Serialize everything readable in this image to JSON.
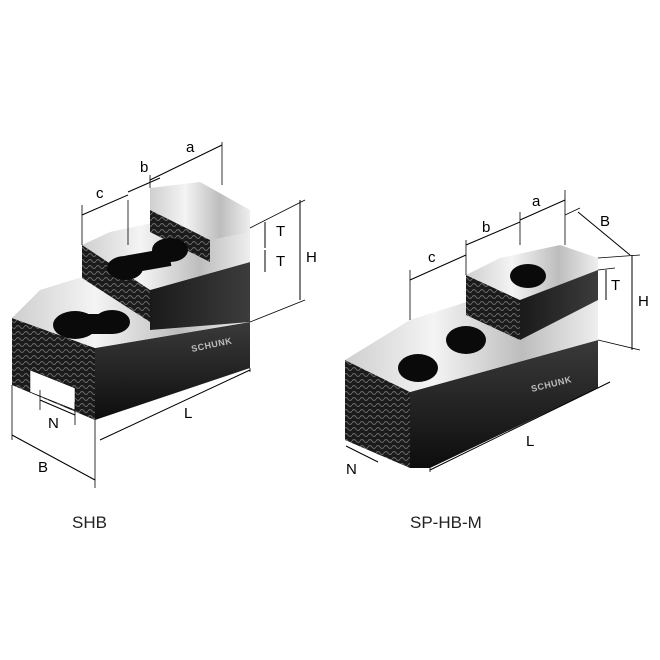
{
  "figure": {
    "brand": "SCHUNK",
    "left_part": {
      "caption": "SHB",
      "dimensions": {
        "a": "a",
        "b": "b",
        "c": "c",
        "T1": "T",
        "T2": "T",
        "H": "H",
        "L": "L",
        "N": "N",
        "B": "B"
      }
    },
    "right_part": {
      "caption": "SP-HB-M",
      "dimensions": {
        "a": "a",
        "b": "b",
        "c": "c",
        "B": "B",
        "T": "T",
        "H": "H",
        "L": "L",
        "N": "N"
      }
    }
  }
}
